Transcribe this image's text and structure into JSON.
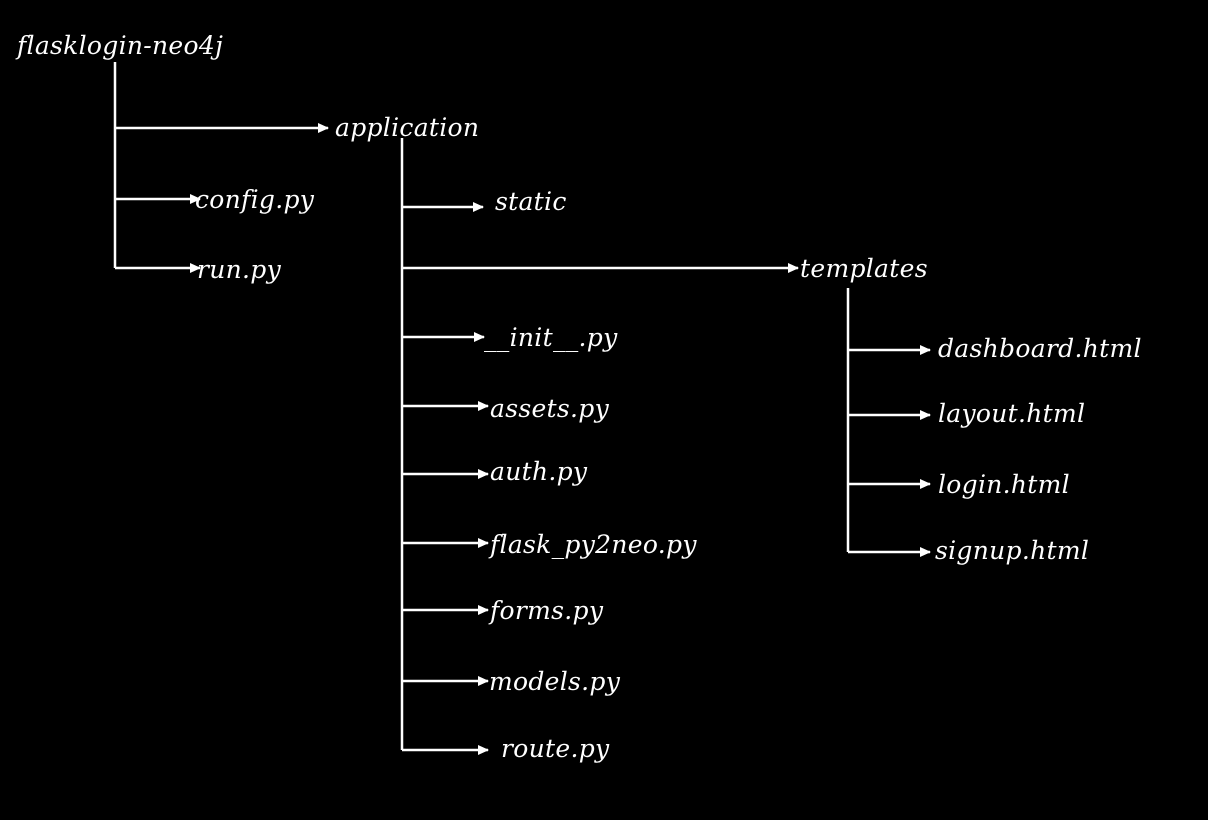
{
  "colors": {
    "background": "#000000",
    "foreground": "#ffffff"
  },
  "tree": {
    "root": "flasklogin-neo4j",
    "root_children": {
      "application": "application",
      "config": "config.py",
      "run": "run.py"
    },
    "application_children": {
      "static": "static",
      "templates": "templates",
      "init": "__init__.py",
      "assets": "assets.py",
      "auth": "auth.py",
      "flask_py2neo": "flask_py2neo.py",
      "forms": "forms.py",
      "models": "models.py",
      "route": "route.py"
    },
    "templates_children": {
      "dashboard": "dashboard.html",
      "layout": "layout.html",
      "login": "login.html",
      "signup": "signup.html"
    }
  }
}
